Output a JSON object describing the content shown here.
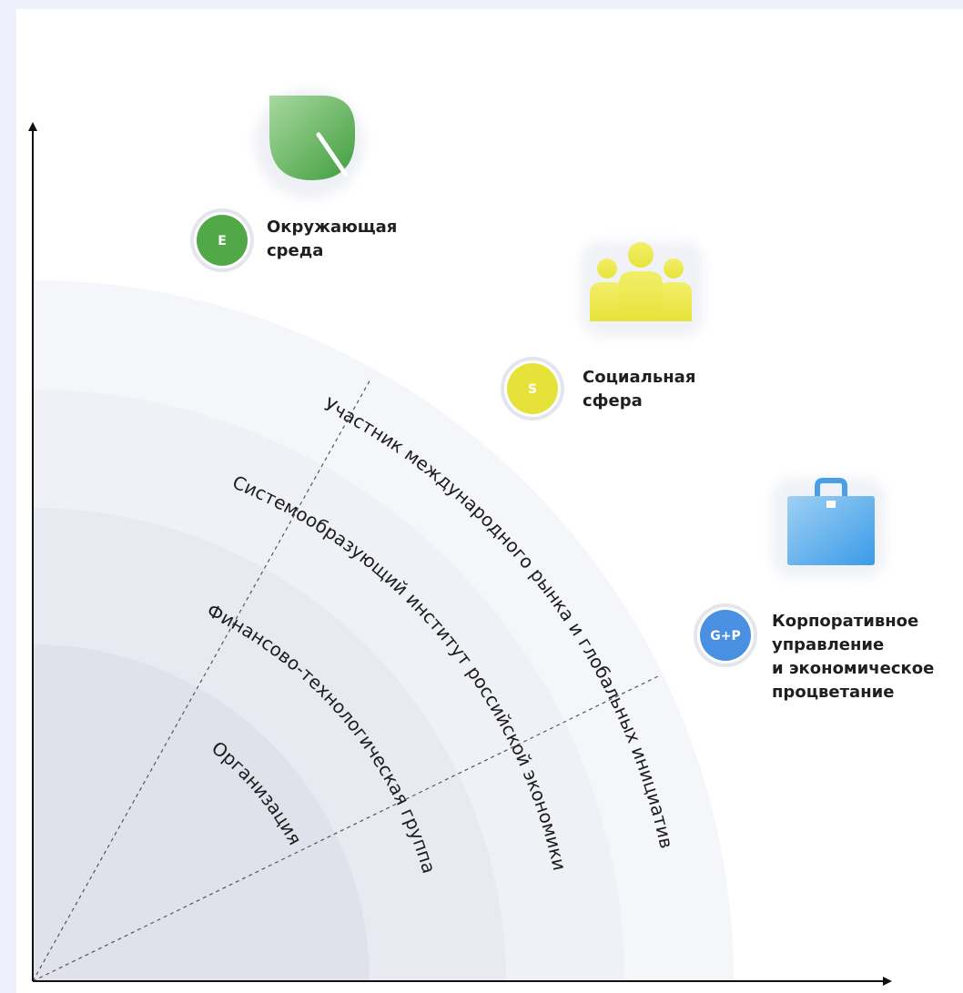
{
  "colors": {
    "environment": "#52a847",
    "social": "#e6e23a",
    "governance": "#4a90e2",
    "ring1": "#dfe2ea",
    "ring2": "#e8eaf1",
    "ring3": "#eff1f6",
    "ring4": "#f5f6fa"
  },
  "rings": [
    {
      "label": "Организация"
    },
    {
      "label": "Финансово-технологическая группа"
    },
    {
      "label": "Системообразующий институт российской экономики"
    },
    {
      "label": "Участник международного рынка и глобальных инициатив"
    }
  ],
  "categories": [
    {
      "badge": "E",
      "icon": "leaf-icon",
      "lines": [
        "Окружающая",
        "среда"
      ]
    },
    {
      "badge": "S",
      "icon": "people-icon",
      "lines": [
        "Социальная",
        "сфера"
      ]
    },
    {
      "badge": "G+P",
      "icon": "briefcase-icon",
      "lines": [
        "Корпоративное",
        "управление",
        "и экономическое",
        "процветание"
      ]
    }
  ]
}
